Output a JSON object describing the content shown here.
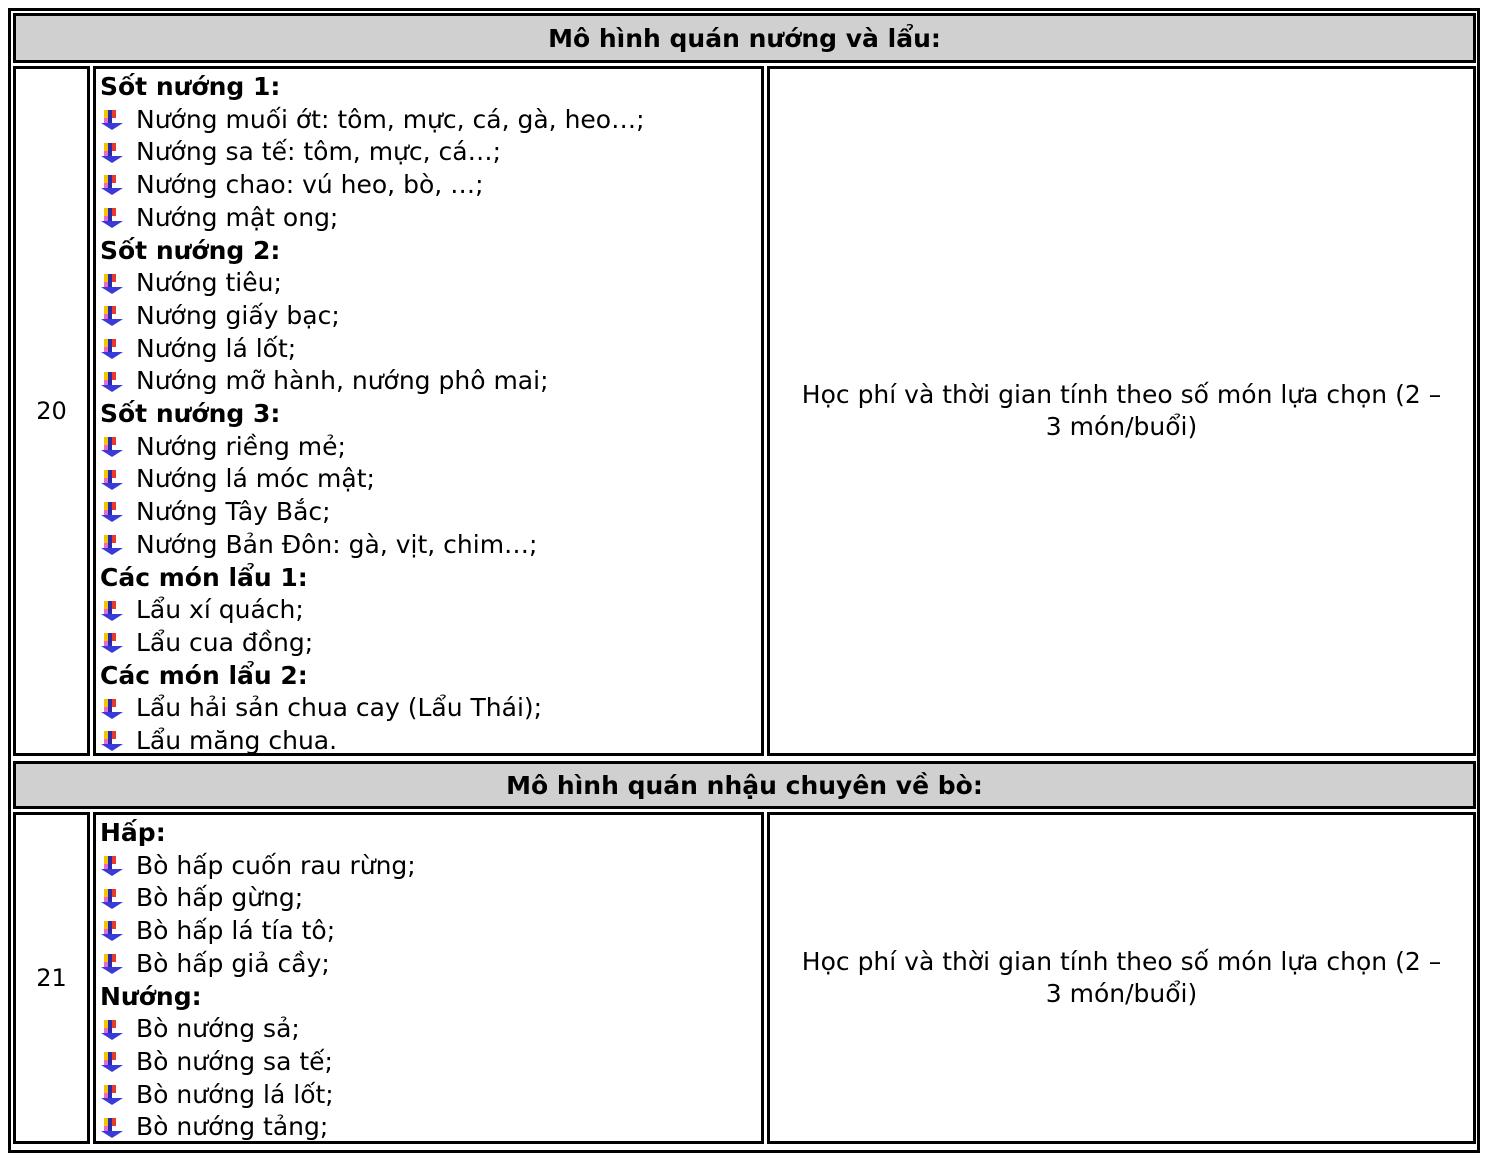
{
  "sections": [
    {
      "title": "Mô hình quán nướng và lẩu:",
      "number": "20",
      "groups": [
        {
          "heading": "Sốt nướng 1:",
          "items": [
            "Nướng muối ớt: tôm, mực, cá, gà, heo…;",
            "Nướng sa tế: tôm, mực, cá…;",
            "Nướng chao: vú heo, bò, …;",
            "Nướng mật ong;"
          ]
        },
        {
          "heading": "Sốt nướng 2:",
          "items": [
            "Nướng tiêu;",
            "Nướng giấy bạc;",
            "Nướng lá lốt;",
            "Nướng mỡ hành, nướng phô mai;"
          ]
        },
        {
          "heading": "Sốt nướng 3:",
          "items": [
            "Nướng riềng mẻ;",
            "Nướng lá móc mật;",
            "Nướng Tây Bắc;",
            "Nướng Bản Đôn: gà, vịt, chim…;"
          ]
        },
        {
          "heading": "Các món lẩu 1:",
          "items": [
            "Lẩu xí quách;",
            "Lẩu cua đồng;"
          ]
        },
        {
          "heading": "Các món lẩu 2:",
          "items": [
            "Lẩu hải sản chua cay (Lẩu Thái);",
            "Lẩu măng chua."
          ]
        }
      ],
      "note": "Học phí và thời gian tính theo số món lựa chọn (2 – 3 món/buổi)"
    },
    {
      "title": "Mô hình quán nhậu chuyên về bò:",
      "number": "21",
      "groups": [
        {
          "heading": "Hấp:",
          "items": [
            "Bò hấp cuốn rau rừng;",
            "Bò hấp gừng;",
            "Bò hấp lá tía tô;",
            "Bò hấp giả cầy;"
          ]
        },
        {
          "heading": "Nướng:",
          "items": [
            "Bò nướng sả;",
            "Bò nướng sa tế;",
            "Bò nướng lá lốt;",
            "Bò nướng tảng;"
          ]
        }
      ],
      "note": "Học phí và thời gian tính theo số món lựa chọn (2 – 3 món/buổi)"
    }
  ]
}
